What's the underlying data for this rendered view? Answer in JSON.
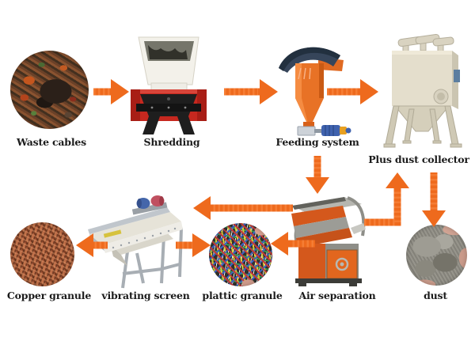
{
  "flow": {
    "arrow_color": "#ee6a1d",
    "stages": [
      {
        "id": "waste-cables",
        "label": "Waste cables",
        "kind": "photo"
      },
      {
        "id": "shredding",
        "label": "Shredding",
        "kind": "machine"
      },
      {
        "id": "feeding-system",
        "label": "Feeding system",
        "kind": "machine"
      },
      {
        "id": "plus-dust-collector",
        "label": "Plus dust collector",
        "kind": "machine"
      },
      {
        "id": "copper-granule",
        "label": "Copper granule",
        "kind": "photo"
      },
      {
        "id": "vibrating-screen",
        "label": "vibrating screen",
        "kind": "machine"
      },
      {
        "id": "plattic-granule",
        "label": "plattic granule",
        "kind": "photo"
      },
      {
        "id": "air-separation",
        "label": "Air separation",
        "kind": "machine"
      },
      {
        "id": "dust",
        "label": "dust",
        "kind": "photo"
      }
    ],
    "connections": [
      {
        "from": "waste-cables",
        "to": "shredding",
        "direction": "right"
      },
      {
        "from": "shredding",
        "to": "feeding-system",
        "direction": "right"
      },
      {
        "from": "feeding-system",
        "to": "plus-dust-collector",
        "direction": "right"
      },
      {
        "from": "feeding-system",
        "to": "air-separation",
        "direction": "down"
      },
      {
        "from": "air-separation",
        "to": "vibrating-screen",
        "direction": "left"
      },
      {
        "from": "air-separation",
        "to": "plus-dust-collector",
        "direction": "up"
      },
      {
        "from": "plus-dust-collector",
        "to": "dust",
        "direction": "down"
      },
      {
        "from": "air-separation",
        "to": "plattic-granule",
        "direction": "left"
      },
      {
        "from": "vibrating-screen",
        "to": "plattic-granule",
        "direction": "right"
      },
      {
        "from": "vibrating-screen",
        "to": "copper-granule",
        "direction": "left"
      }
    ]
  }
}
